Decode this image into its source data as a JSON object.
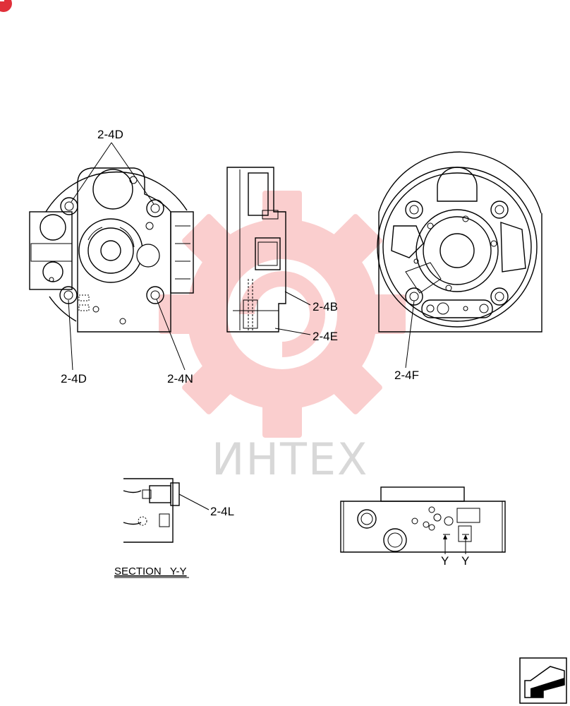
{
  "labels": {
    "top_2_4d": "2-4D",
    "left_2_4d": "2-4D",
    "l_2_4n": "2-4N",
    "l_2_4b": "2-4B",
    "l_2_4e": "2-4E",
    "l_2_4f": "2-4F",
    "l_2_4l": "2-4L",
    "section": "SECTION   Y-Y",
    "y_left": "Y",
    "y_right": "Y"
  },
  "watermark": {
    "text": "ИНТЕХ",
    "color": "#f06a6a"
  },
  "icons": {
    "corner_badge": "logo-badge-icon",
    "nav_arrow": "view-direction-arrow-icon"
  }
}
